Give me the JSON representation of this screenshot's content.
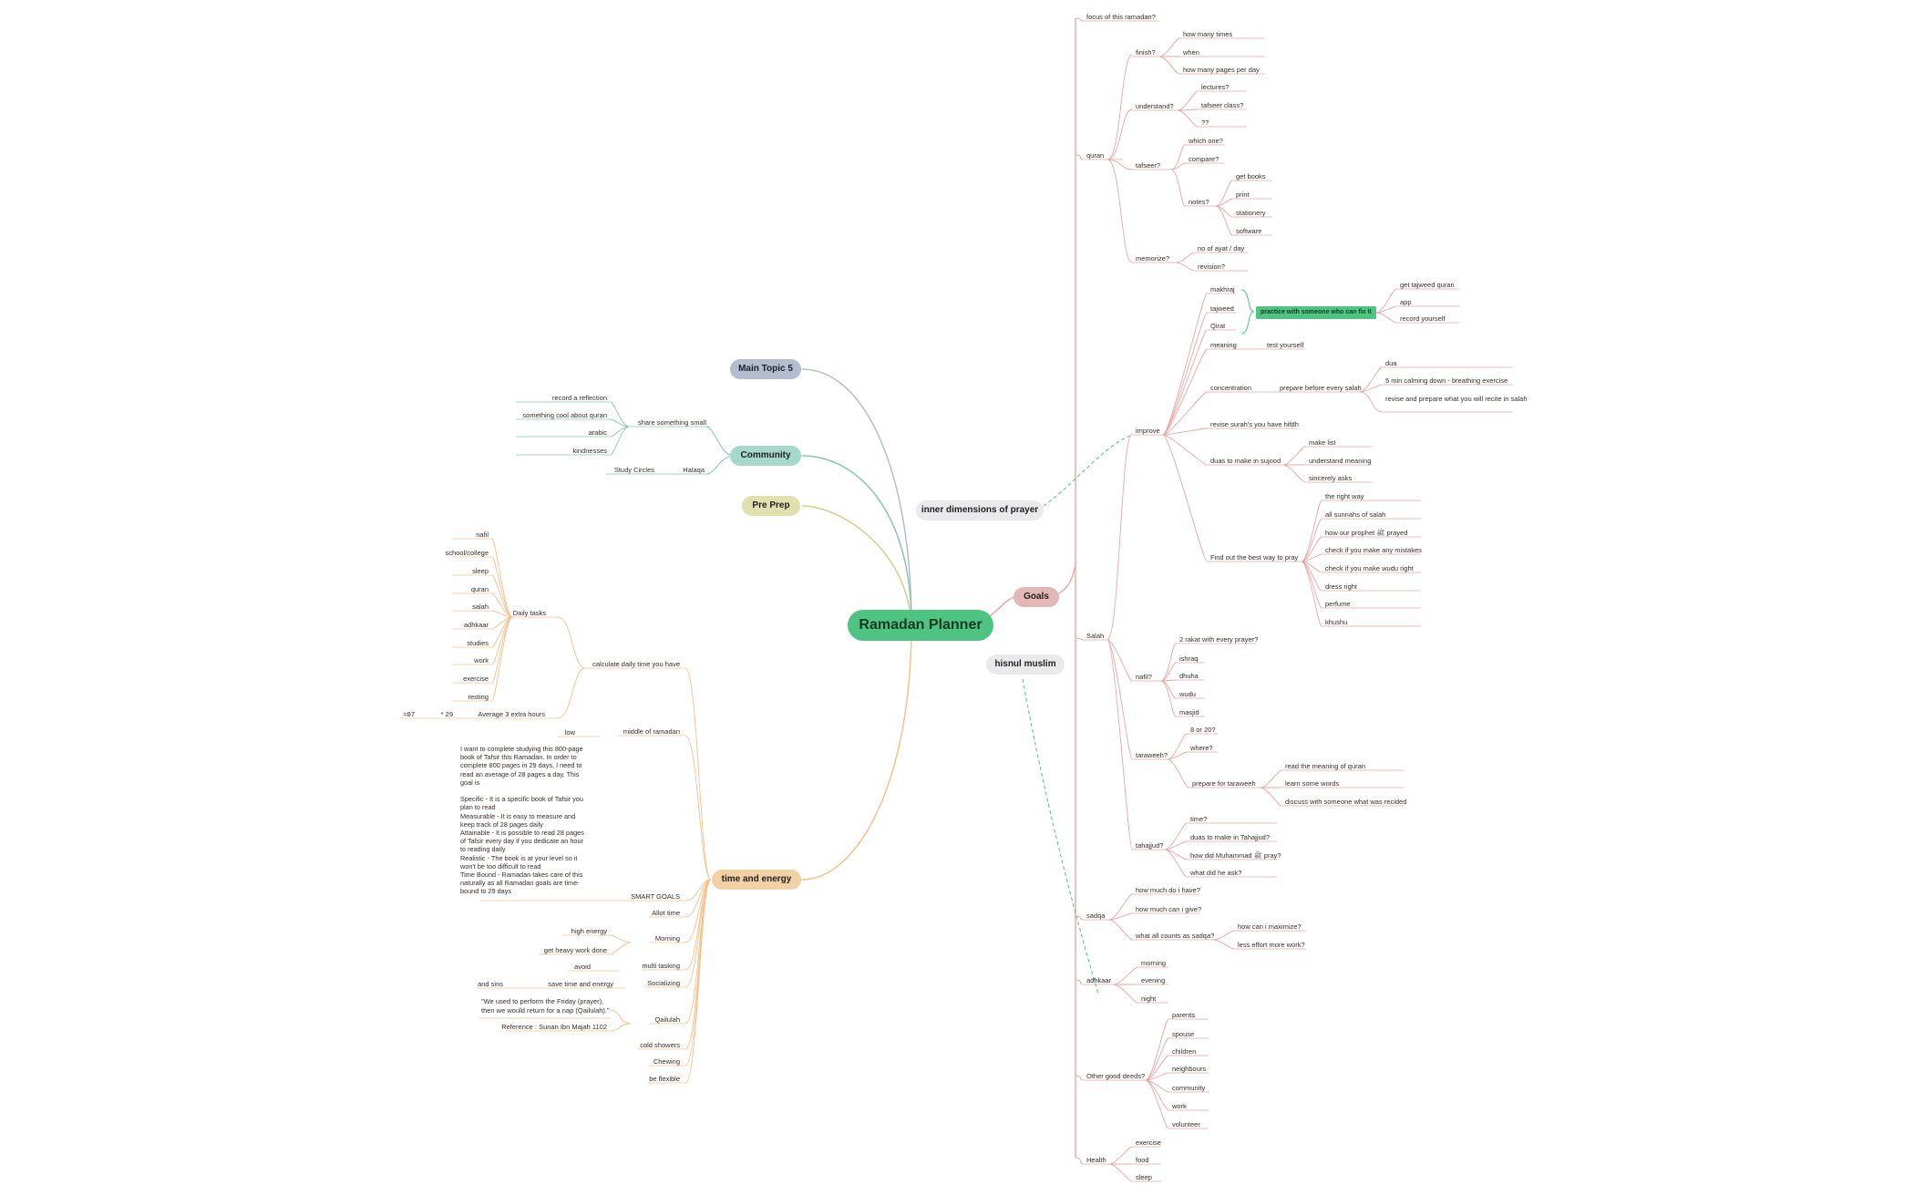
{
  "title": "Ramadan Planner",
  "colors": {
    "central": "#4ec382",
    "goals": "#e3b7b5",
    "time_energy": "#f2d1a5",
    "pre_prep": "#dfe0ad",
    "community": "#a6d8cb",
    "main_topic_5": "#b3bdd0",
    "floating": "#eaeaec",
    "goals_line": "#eaa6a6",
    "time_line": "#f6c08d",
    "community_line": "#8ac7ad",
    "relation_line": "#4ec382"
  },
  "topics": {
    "main_topic_5": "Main Topic 5",
    "community": "Community",
    "pre_prep": "Pre Prep",
    "goals": "Goals",
    "time_energy": "time and energy",
    "inner_dimensions": "inner dimensions of prayer",
    "hisnul_muslim": "hisnul muslim"
  },
  "community": {
    "share": "share something small",
    "share_items": [
      "record a reflection",
      "something cool about quran",
      "arabic",
      "kindnesses"
    ],
    "halaqa": "Halaqa",
    "study_circles": "Study Circles"
  },
  "goals": {
    "focus": "focus of this ramadan?",
    "quran": "quran",
    "finish": "finish?",
    "finish_items": [
      "how many times",
      "when",
      "how many pages per day"
    ],
    "understand": "understand?",
    "understand_items": [
      "lectures?",
      "tafseer class?",
      "??"
    ],
    "tafseer": "tafseer?",
    "tafseer_items": [
      "which one?",
      "compare?"
    ],
    "notes": "notes?",
    "notes_items": [
      "get books",
      "print",
      "stationery",
      "software"
    ],
    "memorize": "memorize?",
    "memorize_items": [
      "no of ayat / day",
      "revision?"
    ],
    "salah": "Salah",
    "improve": "improve",
    "tajweed_group": [
      "makhraj",
      "tajweed",
      "Qirat"
    ],
    "practice": "practice with someone who can fix it",
    "practice_items": [
      "get tajweed quran",
      "app",
      "record yourself"
    ],
    "meaning": "meaning",
    "test_yourself": "test yourself",
    "concentration": "concentration",
    "prepare_before": "prepare before every salah",
    "prepare_items": [
      "dua",
      "5 min calming down - breathing exercise",
      "revise and prepare what you will recite in salah"
    ],
    "revise_surahs": "revise surah's you have hifdh",
    "duas_sujood": "duas to make in sujood",
    "duas_sujood_items": [
      "make list",
      "understand meaning",
      "sincerely asks"
    ],
    "best_way": "Find out the best way to pray",
    "best_way_items": [
      "the right way",
      "all sunnahs of salah",
      "how our prophet ﷺ prayed",
      "check if you make any mistakes",
      "check if you make wudu right",
      "dress right",
      "perfume",
      "khushu"
    ],
    "nafil": "nafil?",
    "nafil_items": [
      "2 rakat with every prayer?",
      "ishraq",
      "dhuha",
      "wudu",
      "masjid"
    ],
    "taraweeh": "taraweeh?",
    "taraweeh_items": [
      "8 or 20?",
      "where?"
    ],
    "prepare_taraweeh": "prepare for taraweeh",
    "prepare_taraweeh_items": [
      "read the meaning of quran",
      "learn some words",
      "discuss with someone what was recided"
    ],
    "tahajjud": "tahajjud?",
    "tahajjud_items": [
      "time?",
      "duas to make in Tahajjud?",
      "how did Muhammad ﷺ pray?",
      "what did he ask?"
    ],
    "sadqa": "sadqa",
    "sadqa_items": [
      "how much do i have?",
      "how much can i give?"
    ],
    "counts_sadqa": "what all counts as sadqa?",
    "counts_sadqa_items": [
      "how can i maximize?",
      "less effort more work?"
    ],
    "adhkaar": "adhkaar",
    "adhkaar_items": [
      "morning",
      "evening",
      "night"
    ],
    "other": "Other good deeds?",
    "other_items": [
      "parents",
      "spouse",
      "children",
      "neighbours",
      "community",
      "work",
      "volunteer"
    ],
    "health": "Health",
    "health_items": [
      "exercise",
      "food",
      "sleep"
    ]
  },
  "time_energy": {
    "calculate": "calculate daily time you have",
    "daily_tasks": "Daily tasks",
    "daily_items": [
      "nafil",
      "school/college",
      "sleep",
      "quran",
      "salah",
      "adhkaar",
      "studies",
      "work",
      "exercise",
      "resting"
    ],
    "average": "Average 3 extra hours",
    "times_29": "* 29",
    "result_87": "=87",
    "middle": "middle of ramadan",
    "low": "low",
    "smart_text": "I want to complete studying this 800-page\nbook of Tafsir this Ramadan. In order to\ncomplete 800 pages in 29 days, I need to\nread an average of 28 pages a day. This\ngoal is\n\nSpecific - It is a specific book of Tafsir you\nplan to read\nMeasurable - It is easy to measure and\nkeep track of 28 pages daily\nAttainable - It is possible to read 28 pages\nof Tafsir every day if you dedicate an hour\nto reading daily\nRealistic - The book is at your level so it\nwon't be too difficult to read\nTime Bound - Ramadan takes care of this\nnaturally as all Ramadan goals are time-\nbound to 29 days",
    "smart": "SMART  GOALS",
    "allot": "Allot time",
    "morning": "Morning",
    "morning_items": [
      "high energy",
      "get heavy work done"
    ],
    "multitasking": "multi tasking",
    "avoid": "avoid",
    "socializing": "Socializing",
    "save": "save time and energy",
    "and_sins": "and sins",
    "qailulah": "Qailulah",
    "qailulah_quote": "\"We used to perform the Friday (prayer),\nthen we would return for a nap (Qailulah).\"",
    "reference": "Reference : Sunan Ibn Majah 1102",
    "cold": "cold showers",
    "chewing": "Chewing",
    "flexible": "be flexible"
  }
}
